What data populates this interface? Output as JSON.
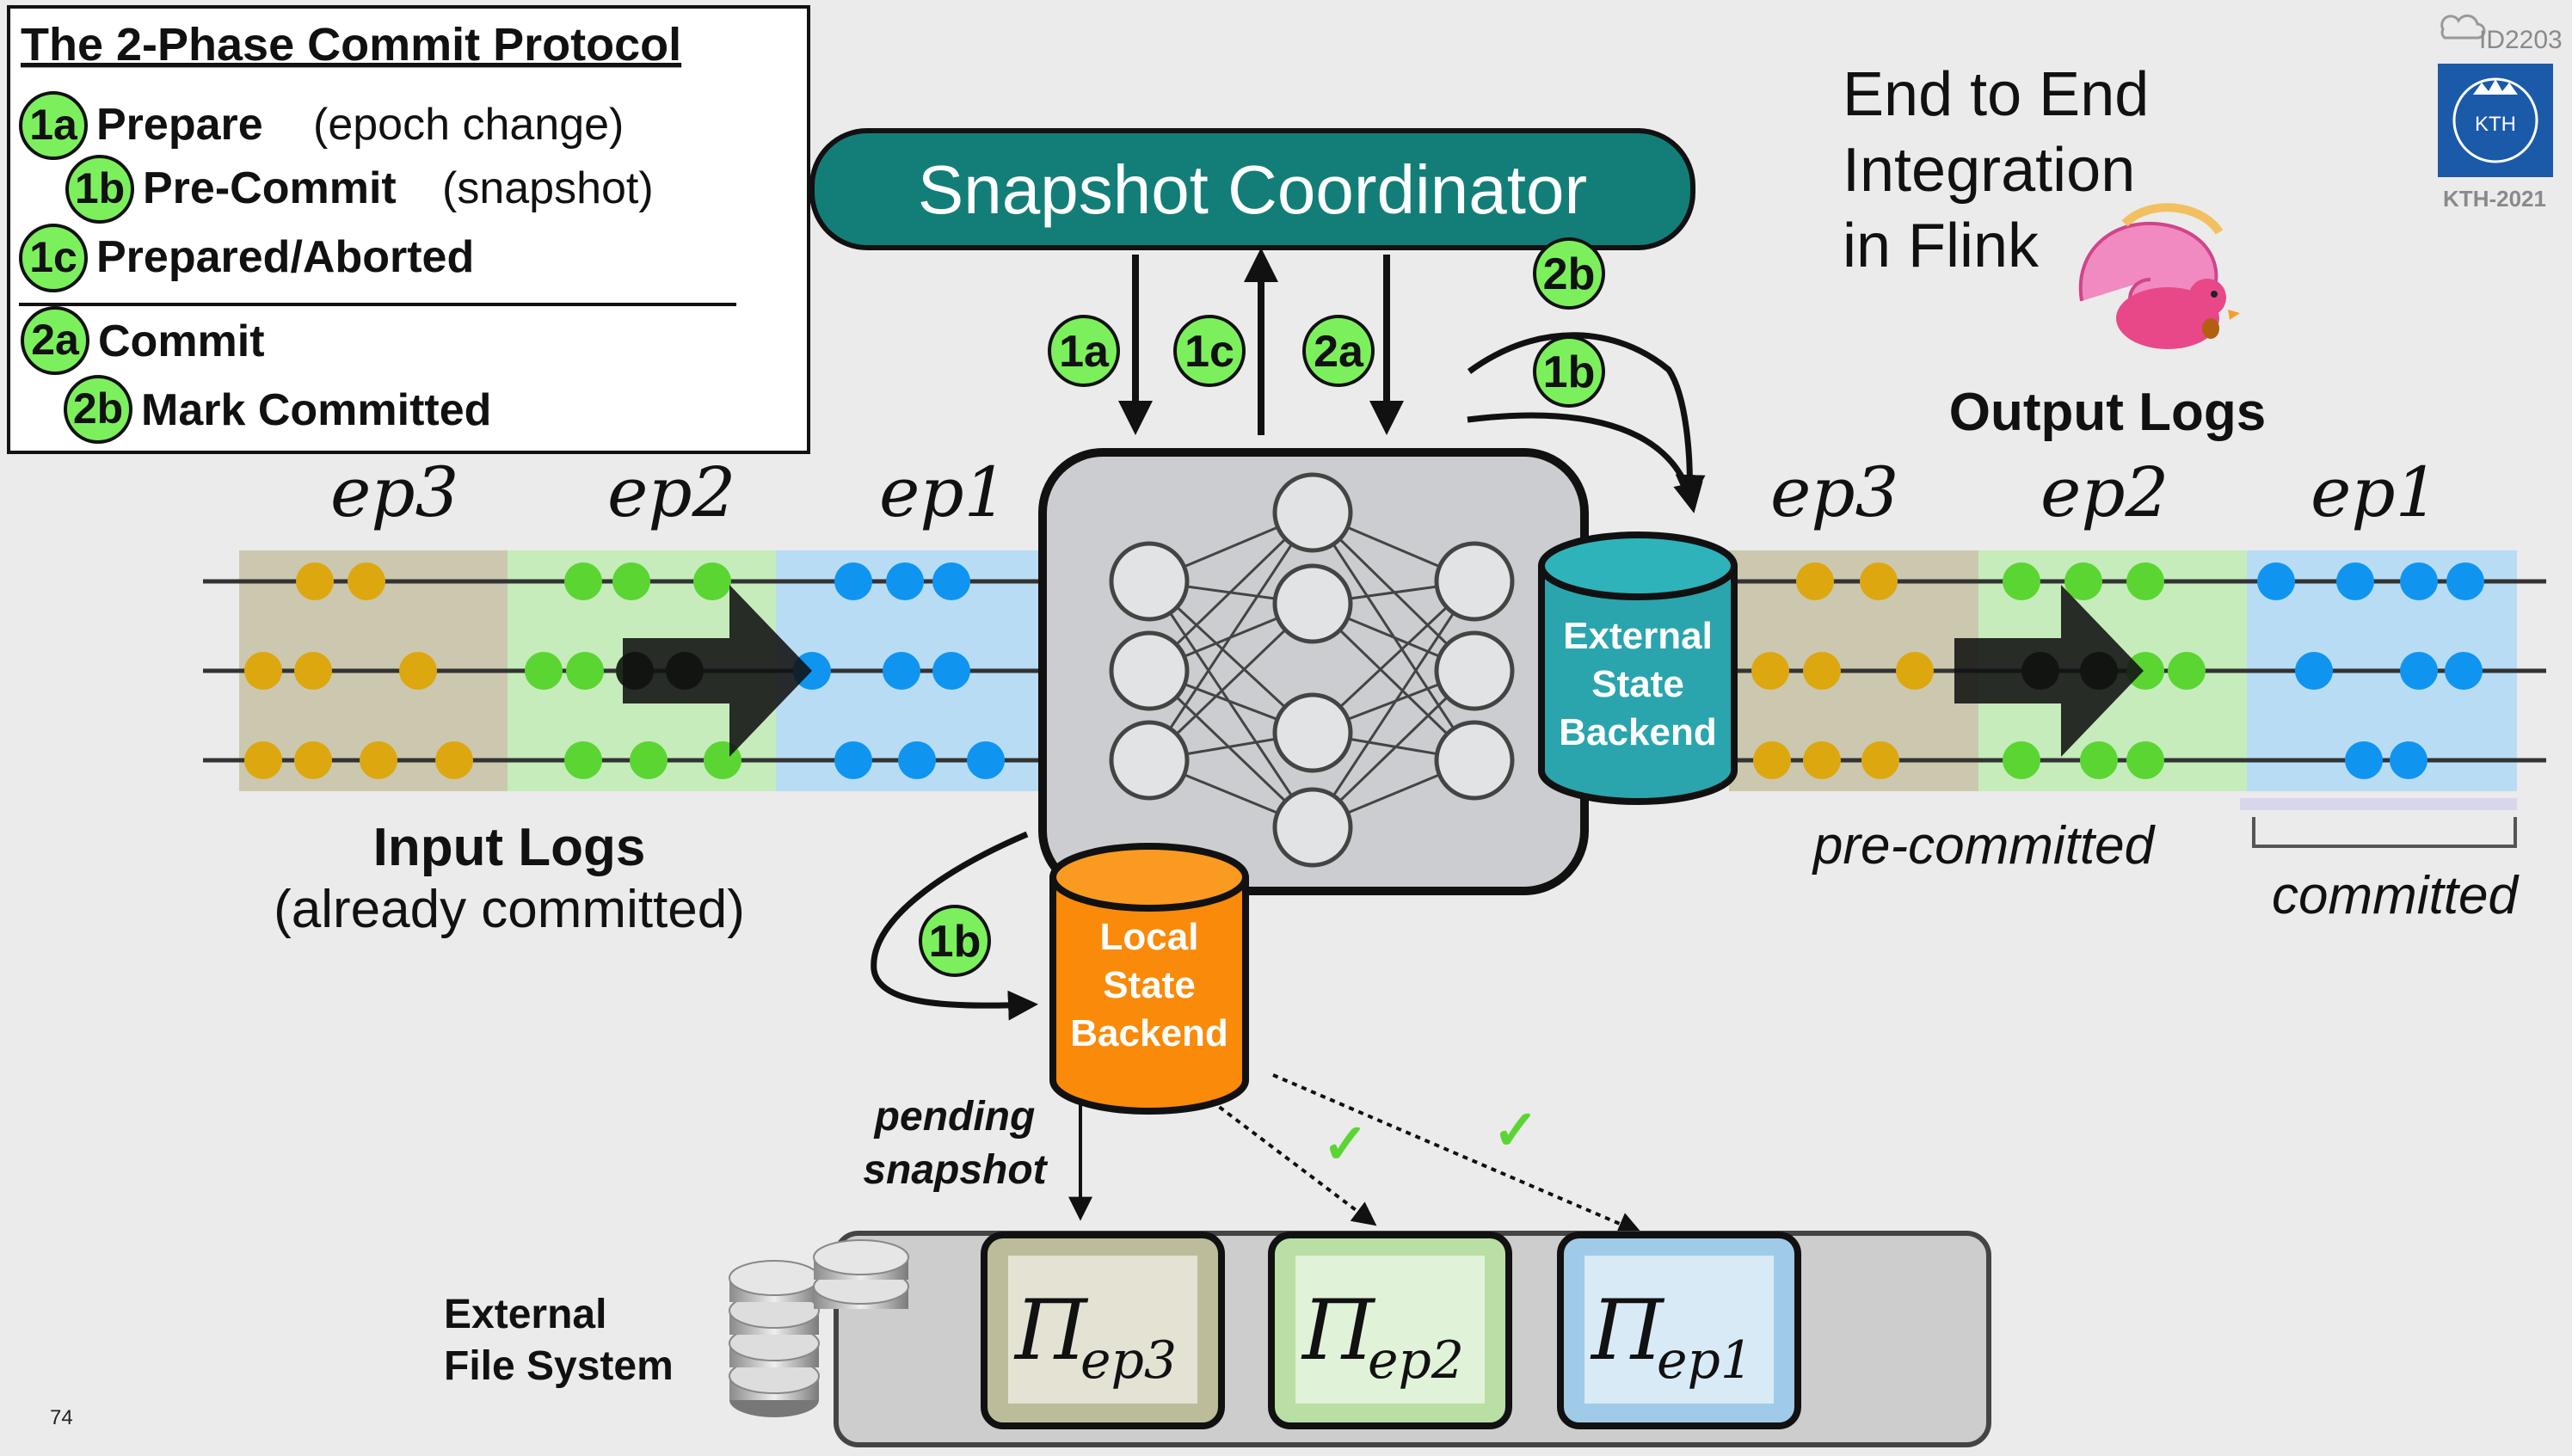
{
  "legend": {
    "title": "The 2-Phase Commit Protocol",
    "items": [
      {
        "badge": "1a",
        "label": "Prepare",
        "note": "(epoch change)"
      },
      {
        "badge": "1b",
        "label": "Pre-Commit",
        "note": "(snapshot)"
      },
      {
        "badge": "1c",
        "label": "Prepared/Aborted",
        "note": ""
      },
      {
        "badge": "2a",
        "label": "Commit",
        "note": ""
      },
      {
        "badge": "2b",
        "label": "Mark Committed",
        "note": ""
      }
    ]
  },
  "coordinator": {
    "label": "Snapshot Coordinator"
  },
  "flink_title": {
    "line1": "End to End",
    "line2": "Integration",
    "line3": "in Flink"
  },
  "course": {
    "code": "ID2203",
    "year": "KTH-2021",
    "logo_text": "KTH"
  },
  "badges": {
    "b1a": "1a",
    "b1c": "1c",
    "b2a": "2a",
    "b2b": "2b",
    "b1b_top": "1b",
    "b1b_bottom": "1b"
  },
  "input_logs": {
    "title": "Input Logs",
    "subtitle": "(already committed)",
    "epochs": [
      "ep3",
      "ep2",
      "ep1"
    ]
  },
  "output_logs": {
    "title": "Output Logs",
    "epochs": [
      "ep3",
      "ep2",
      "ep1"
    ],
    "precommitted": "pre-committed",
    "committed": "committed"
  },
  "external_state": {
    "line1": "External",
    "line2": "State",
    "line3": "Backend"
  },
  "local_state": {
    "line1": "Local",
    "line2": "State",
    "line3": "Backend"
  },
  "pending": {
    "line1": "pending",
    "line2": "snapshot"
  },
  "file_system": {
    "line1": "External",
    "line2": "File System"
  },
  "snapshots": [
    {
      "label": "ep3",
      "color": "#bdbc9a"
    },
    {
      "label": "ep2",
      "color": "#b9dfa4"
    },
    {
      "label": "ep1",
      "color": "#9fcbe8"
    }
  ],
  "slide_number": "74",
  "colors": {
    "teal": "#137e78",
    "green_badge": "#7cf05c",
    "orange": "#fa8a0a",
    "gold_dot": "#dda710",
    "green_dot": "#5ad532",
    "blue_dot": "#0f95f0",
    "ext_backend": "#2aa5ad"
  }
}
